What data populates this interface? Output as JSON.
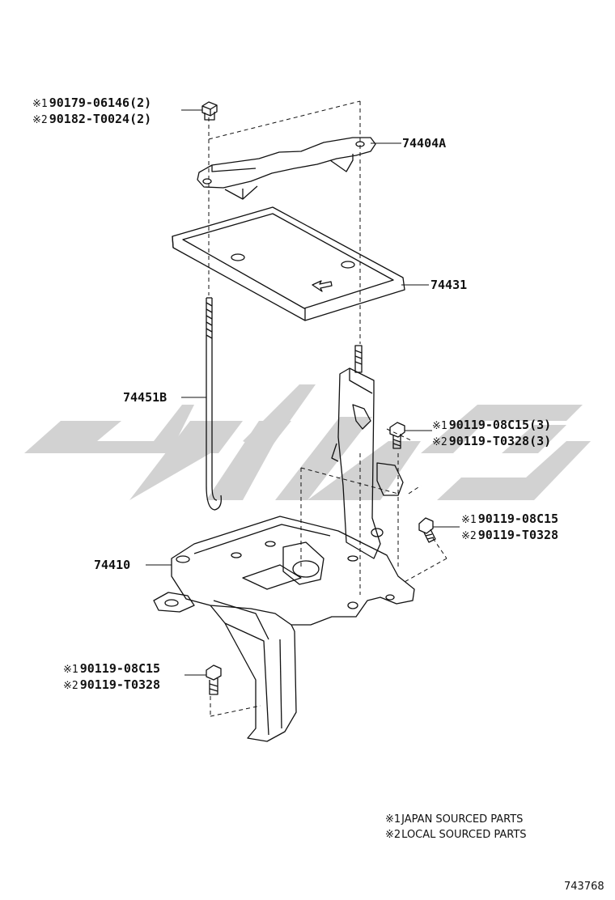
{
  "diagram": {
    "marks": {
      "m1": "※1",
      "m2": "※2"
    },
    "parts": {
      "hold_down_clamp": "74404A",
      "battery_tray": "74431",
      "clamp_bolt": "74451B",
      "carrier": "74410"
    },
    "fasteners": {
      "top_nut": {
        "japan": "90179-06146(2)",
        "local": "90182-T0024(2)"
      },
      "right_upper_bolt": {
        "japan": "90119-08C15(3)",
        "local": "90119-T0328(3)"
      },
      "right_lower_bolt": {
        "japan": "90119-08C15",
        "local": "90119-T0328"
      },
      "bottom_bolt": {
        "japan": "90119-08C15",
        "local": "90119-T0328"
      }
    },
    "legend": {
      "japan": "JAPAN SOURCED PARTS",
      "local": "LOCAL SOURCED PARTS"
    },
    "document_id": "743768"
  },
  "colors": {
    "line": "#111111",
    "watermark": "#d2d2d2"
  },
  "icons": [
    "hex-nut-icon",
    "hex-bolt-icon",
    "direction-arrow-icon"
  ]
}
